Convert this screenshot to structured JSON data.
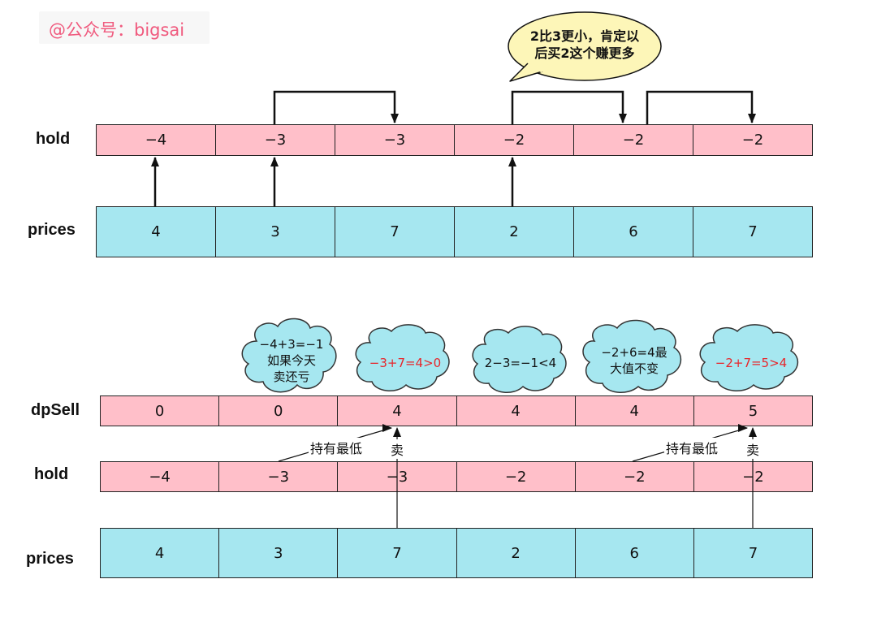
{
  "watermark": "@公众号：bigsai",
  "top": {
    "hold_label": "hold",
    "prices_label": "prices",
    "hold": [
      "−4",
      "−3",
      "−3",
      "−2",
      "−2",
      "−2"
    ],
    "prices": [
      "4",
      "3",
      "7",
      "2",
      "6",
      "7"
    ],
    "bubble": [
      "2比3更小，肯定以",
      "后买2这个赚更多"
    ]
  },
  "bottom": {
    "dpsell_label": "dpSell",
    "hold_label": "hold",
    "prices_label": "prices",
    "dpsell": [
      "0",
      "0",
      "4",
      "4",
      "4",
      "5"
    ],
    "hold": [
      "−4",
      "−3",
      "−3",
      "−2",
      "−2",
      "−2"
    ],
    "prices": [
      "4",
      "3",
      "7",
      "2",
      "6",
      "7"
    ],
    "clouds": [
      {
        "lines": [
          "−4+3=−1",
          "如果今天",
          "卖还亏"
        ]
      },
      {
        "lines": [
          "−3+7=4>0"
        ],
        "highlight": true
      },
      {
        "lines": [
          "2−3=−1<4"
        ]
      },
      {
        "lines": [
          "−2+6=4最",
          "大值不变"
        ]
      },
      {
        "lines": [
          "−2+7=5>4"
        ],
        "highlight": true
      }
    ],
    "annotations": {
      "hold_min_1": "持有最低",
      "sell_1": "卖",
      "hold_min_2": "持有最低",
      "sell_2": "卖"
    }
  },
  "colors": {
    "pink": "#ffbfc9",
    "cyan": "#a6e7f0",
    "bubble": "#fdf6b8",
    "cloud": "#a6e7f0",
    "highlight_text": "#e8252a",
    "watermark": "#f05a7e"
  }
}
